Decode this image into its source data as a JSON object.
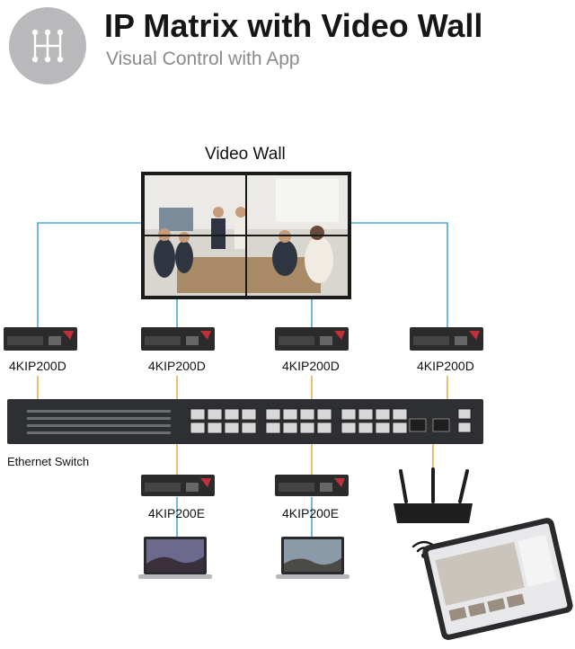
{
  "header": {
    "title": "IP Matrix with Video Wall",
    "subtitle": "Visual Control with App",
    "logo_icon": "matrix-icon"
  },
  "diagram": {
    "video_wall_label": "Video Wall",
    "decoders": [
      "4KIP200D",
      "4KIP200D",
      "4KIP200D",
      "4KIP200D"
    ],
    "switch_label": "Ethernet Switch",
    "encoders": [
      "4KIP200E",
      "4KIP200E"
    ],
    "devices": [
      "laptop",
      "laptop",
      "router",
      "tablet"
    ],
    "wifi_icon": "wifi-icon"
  },
  "colors": {
    "hdmi_line": "#4aa8d8",
    "ethernet_line": "#e0b050",
    "device_body": "#2b2b2b",
    "device_accent": "#c0303a",
    "logo_bg": "#b9b9bb"
  }
}
